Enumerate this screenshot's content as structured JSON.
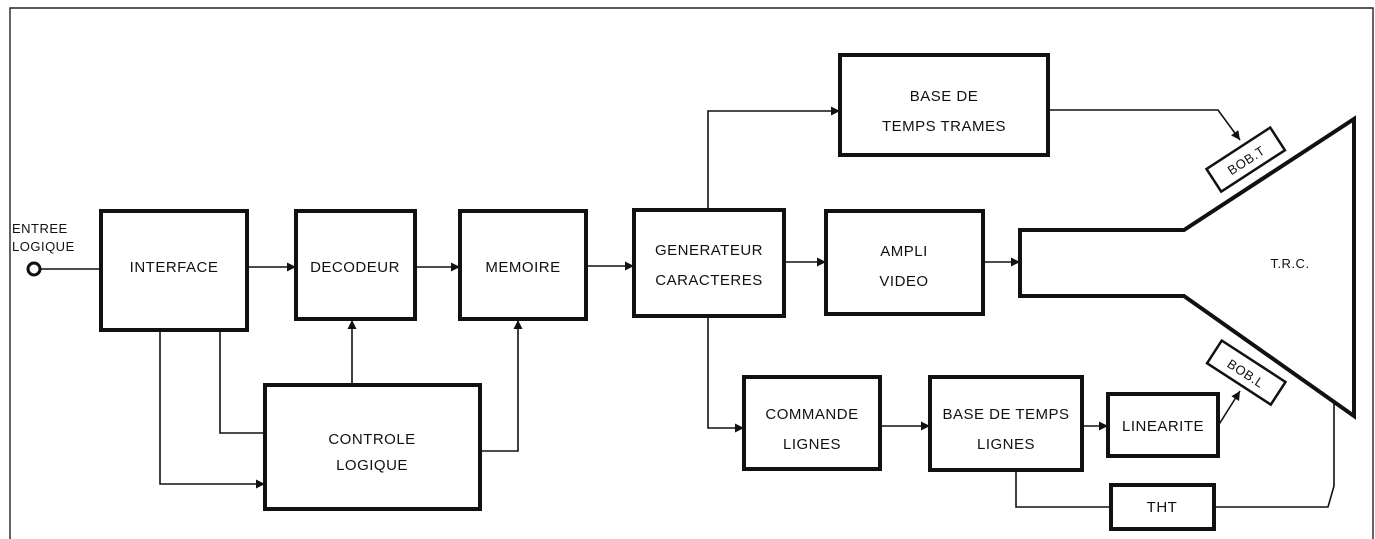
{
  "input": {
    "line1": "ENTREE",
    "line2": "LOGIQUE"
  },
  "blocks": {
    "interface": "INTERFACE",
    "decodeur": "DECODEUR",
    "memoire": "MEMOIRE",
    "generateur": {
      "line1": "GENERATEUR",
      "line2": "CARACTERES"
    },
    "controle": {
      "line1": "CONTROLE",
      "line2": "LOGIQUE"
    },
    "base_trames": {
      "line1": "BASE DE",
      "line2": "TEMPS TRAMES"
    },
    "ampli": {
      "line1": "AMPLI",
      "line2": "VIDEO"
    },
    "commande": {
      "line1": "COMMANDE",
      "line2": "LIGNES"
    },
    "base_lignes": {
      "line1": "BASE DE TEMPS",
      "line2": "LIGNES"
    },
    "linearite": "LINEARITE",
    "tht": "THT",
    "bob_t": "BOB.T",
    "bob_l": "BOB.L",
    "trc": "T.R.C."
  }
}
